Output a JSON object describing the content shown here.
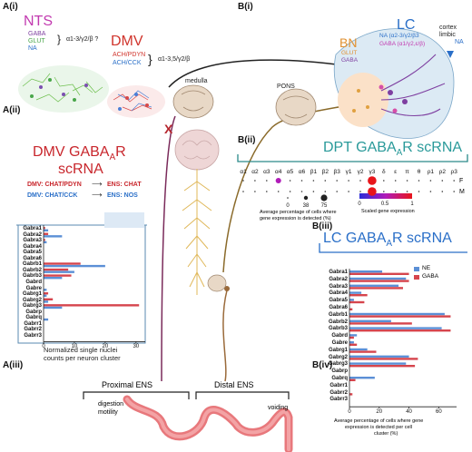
{
  "panels": {
    "ai": "A(i)",
    "aii": "A(ii)",
    "aiii": "A(iii)",
    "bi": "B(i)",
    "bii": "B(ii)",
    "biii": "B(iii)",
    "biv": "B(iv)"
  },
  "top": {
    "nts": {
      "title": "NTS",
      "gaba": "GABA",
      "glut": "GLUT",
      "na": "NA",
      "subunits": "α1-3/γ2/β ?"
    },
    "dmv": {
      "title": "DMV",
      "line1": "ACH/PDYN",
      "line2": "ACH/CCK",
      "subunits": "α1-3,5/γ2/β"
    },
    "medulla": "medulla",
    "pons": "PONS",
    "bn": {
      "title": "BN",
      "glut": "GLUT",
      "gaba": "GABA"
    },
    "lc": {
      "title": "LC",
      "na": "NA (α2-3/γ2/β3",
      "gaba": "GABA (α1/γ2,ε/β)",
      "cortex": "cortex",
      "limbic": "limbic",
      "na2": "NA"
    }
  },
  "dmv_chart": {
    "title1": "DMV GABA",
    "title_sub": "A",
    "title2": "R",
    "title3": "scRNA",
    "row1_left": "DMV: CHAT/PDYN",
    "row1_right": "ENS: CHAT",
    "row2_left": "DMV: CHAT/CCK",
    "row2_right": "ENS: NOS",
    "xlabel1": "Normalized single nuclei",
    "xlabel2": "counts per neuron cluster",
    "colors": {
      "pdyn": "#d6454d",
      "cck": "#5b8fd6"
    }
  },
  "dpt": {
    "title1": "DPT GABA",
    "title_sub": "A",
    "title2": "R scRNA",
    "subunits": [
      "α1",
      "α2",
      "α3",
      "α4",
      "α5",
      "α6",
      "β1",
      "β2",
      "β3",
      "γ1",
      "γ2",
      "γ3",
      "δ",
      "ε",
      "π",
      "θ",
      "ρ1",
      "ρ2",
      "ρ3"
    ],
    "rows": [
      "F",
      "M"
    ],
    "size_ticks": [
      "0",
      "38",
      "75"
    ],
    "size_caption1": "Average percentage of cells where",
    "size_caption2": "gene expression is detected (%)",
    "color_ticks": [
      "0",
      "0.5",
      "1"
    ],
    "color_caption": "Scaled gene expression"
  },
  "lc_chart": {
    "title1": "LC GABA",
    "title_sub": "A",
    "title2": "R scRNA",
    "legend": [
      "NE",
      "GABA"
    ],
    "xlabel1": "Average percentage of cells where gene",
    "xlabel2": "expression is detected per cell",
    "xlabel3": "cluster (%)",
    "colors": {
      "ne": "#5b8fd6",
      "gaba": "#d6454d"
    }
  },
  "ens": {
    "proximal": "Proximal ENS",
    "distal": "Distal ENS",
    "digestion": "digestion",
    "motility": "motility",
    "voiding": "voiding"
  },
  "chart_data": [
    {
      "type": "bar",
      "orientation": "horizontal",
      "categories": [
        "Gabra1",
        "Gabra2",
        "Gabra3",
        "Gabra4",
        "Gabra5",
        "Gabra6",
        "Gabrb1",
        "Gabrb2",
        "Gabrb3",
        "Gabrd",
        "Gabre",
        "Gabrg1",
        "Gabrg2",
        "Gabrg3",
        "Gabrp",
        "Gabrq",
        "Gabrr1",
        "Gabrr2",
        "Gabrr3"
      ],
      "series": [
        {
          "name": "DMV: CHAT/PDYN",
          "values": [
            0.5,
            1.5,
            0.5,
            0,
            0,
            0,
            12,
            8,
            9,
            0,
            0,
            1.5,
            3,
            31,
            0,
            0,
            0,
            0,
            0
          ]
        },
        {
          "name": "DMV: CHAT/CCK",
          "values": [
            1.5,
            6,
            1,
            0,
            0,
            0,
            20,
            10,
            6,
            0,
            1,
            1,
            1.5,
            6,
            0,
            1.5,
            0,
            0,
            0
          ]
        }
      ],
      "xticks": [
        "0",
        "10",
        "20",
        "30"
      ],
      "xlim": [
        0,
        33
      ],
      "xlabel": "Normalized single nuclei counts per neuron cluster"
    },
    {
      "type": "scatter",
      "kind": "dot-plot",
      "x": [
        "α1",
        "α2",
        "α3",
        "α4",
        "α5",
        "α6",
        "β1",
        "β2",
        "β3",
        "γ1",
        "γ2",
        "γ3",
        "δ",
        "ε",
        "π",
        "θ",
        "ρ1",
        "ρ2",
        "ρ3"
      ],
      "y": [
        "F",
        "M"
      ],
      "highlighted": [
        {
          "row": "F",
          "gene": "α4",
          "pct": 38,
          "scaled": 0.4
        },
        {
          "row": "F",
          "gene": "γ3",
          "pct": 75,
          "scaled": 1
        },
        {
          "row": "M",
          "gene": "γ3",
          "pct": 75,
          "scaled": 1
        }
      ]
    },
    {
      "type": "bar",
      "orientation": "horizontal",
      "categories": [
        "Gabra1",
        "Gabra2",
        "Gabra3",
        "Gabra4",
        "Gabra5",
        "Gabra6",
        "Gabrb1",
        "Gabrb2",
        "Gabrb3",
        "Gabrd",
        "Gabre",
        "Gabrg1",
        "Gabrg2",
        "Gabrg3",
        "Gabrp",
        "Gabrq",
        "Gabrr1",
        "Gabrr2",
        "Gabrr3"
      ],
      "series": [
        {
          "name": "NE",
          "values": [
            22,
            38,
            33,
            8,
            3,
            0,
            64,
            28,
            62,
            5,
            3,
            12,
            40,
            38,
            0,
            17,
            0,
            0,
            0
          ]
        },
        {
          "name": "GABA",
          "values": [
            40,
            40,
            36,
            12,
            10,
            2,
            68,
            42,
            68,
            3,
            5,
            18,
            46,
            44,
            0,
            4,
            0,
            2,
            0
          ]
        }
      ],
      "xticks": [
        "0",
        "20",
        "40",
        "60"
      ],
      "xlim": [
        0,
        72
      ],
      "xlabel": "Average percentage of cells where gene expression is detected per cell cluster (%)"
    }
  ]
}
